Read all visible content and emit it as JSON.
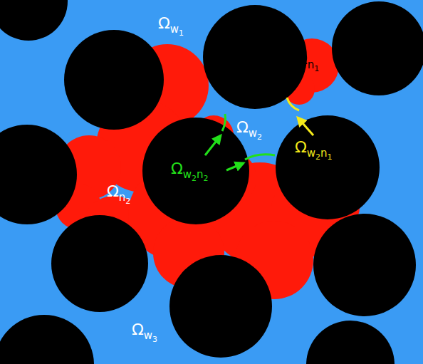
{
  "diagram": {
    "labels": [
      "Ωw1",
      "Ωn1",
      "Ωw2",
      "Ωw2n1",
      "Ωn2",
      "Ωw2n2",
      "Ωw3"
    ]
  }
}
